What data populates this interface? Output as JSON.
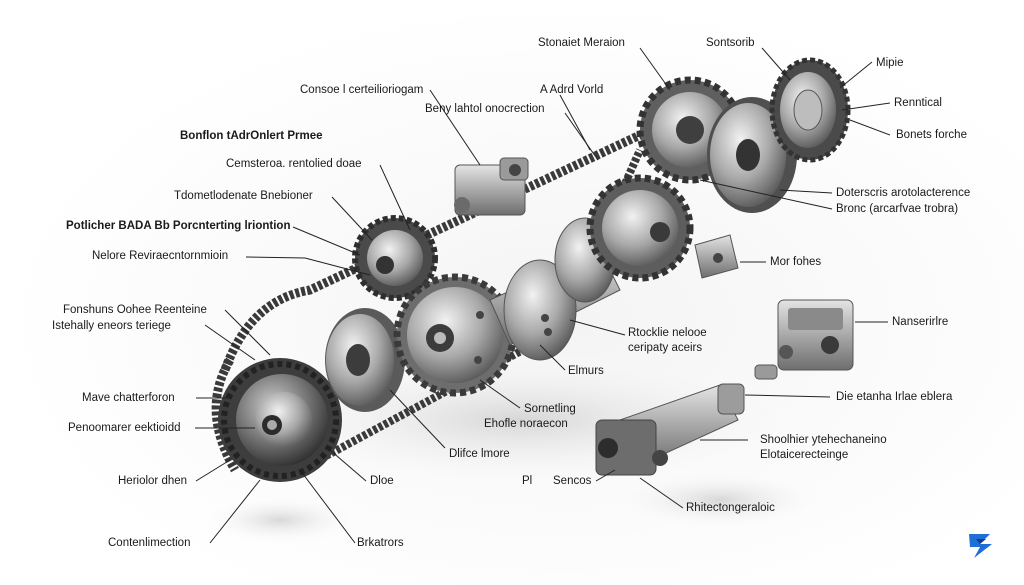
{
  "labels": {
    "sprocket_tension": "Stonaiet Meraion",
    "sensorb": "Sontsorib",
    "mipie": "Mipie",
    "renntical": "Renntical",
    "bonets_forche": "Bonets forche",
    "consoe": "Consoe l certeilioriogam",
    "adrd_world": "A Adrd Vorld",
    "beny_lahtol": "Beny lahtol onocrection",
    "bonflon": "Bonflon tAdrOnlert Prmee",
    "cemsteroa": "Cemsteroa. rentolied doae",
    "tdometl": "Tdometlodenate Bnebioner",
    "potlicher": "Potlicher BADA Bb Porcnterting lriontion",
    "telore": "Nelore Reviraecntornmioin",
    "doterscris": "Doterscris arotolacterence",
    "bronc": "Bronc (arcarfvae trobra)",
    "mor_fohes": "Mor fohes",
    "fonshuns": "Fonshuns Oohee Reenteine",
    "istehaly": "Istehally eneors teriege",
    "rtocklie": "Rtocklie nelooe",
    "ceripaty": "ceripaty aceirs",
    "manserirlre": "Nanserirlre",
    "mave_chatter": "Mave chatterforon",
    "elmurs": "Elmurs",
    "die_stanha": "Die etanha Irlae eblera",
    "penoomarer": "Penoomarer eektioidd",
    "sornetling": "Sornetling",
    "ehofle": "Ehofle noraecon",
    "shoolhier": "Shoolhier ytehechaneino",
    "elotaicer": "Elotaicerecteinge",
    "dlifce": "Dlifce lmore",
    "heriolor": "Heriolor dhen",
    "dloe": "Dloe",
    "pl": "Pl",
    "sencos": "Sencos",
    "rhitectong": "Rhitectongeraloic",
    "contenlimection": "Contenlimection",
    "brkatrors": "Brkatrors"
  },
  "colors": {
    "metal_light": "#d9d9d9",
    "metal_mid": "#9a9a9a",
    "metal_dark": "#4a4a4a",
    "chain": "#3a3a3a",
    "leader": "#222222",
    "brand_blue": "#1f6fd6"
  },
  "icons": {
    "brand": "brand-logo-icon"
  }
}
